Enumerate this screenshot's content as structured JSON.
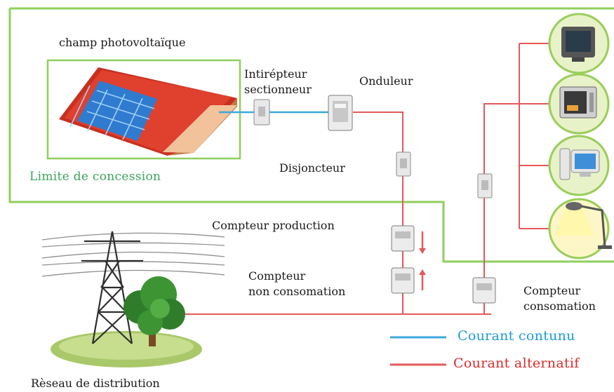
{
  "labels": {
    "solar_field": "champ photovoltaïque",
    "concession_limit": "Limite de concession",
    "switch_line1": "Intirépteur",
    "switch_line2": "sectionneur",
    "inverter": "Onduleur",
    "breaker": "Disjoncteur",
    "production_meter": "Compteur production",
    "non_consumption_meter_line1": "Compteur",
    "non_consumption_meter_line2": "non consomation",
    "consumption_meter_line1": "Compteur",
    "consumption_meter_line2": "consomation",
    "grid": "Rèseau de distribution"
  },
  "legend": {
    "dc_label": "Courant contunu",
    "ac_label": "Courant alternatif"
  },
  "colors": {
    "boundary_green": "#8fce5c",
    "dc_blue": "#3ba7dc",
    "ac_red": "#e5585a",
    "roof_red": "#d93a2b",
    "panel_blue": "#3d8fd8"
  }
}
